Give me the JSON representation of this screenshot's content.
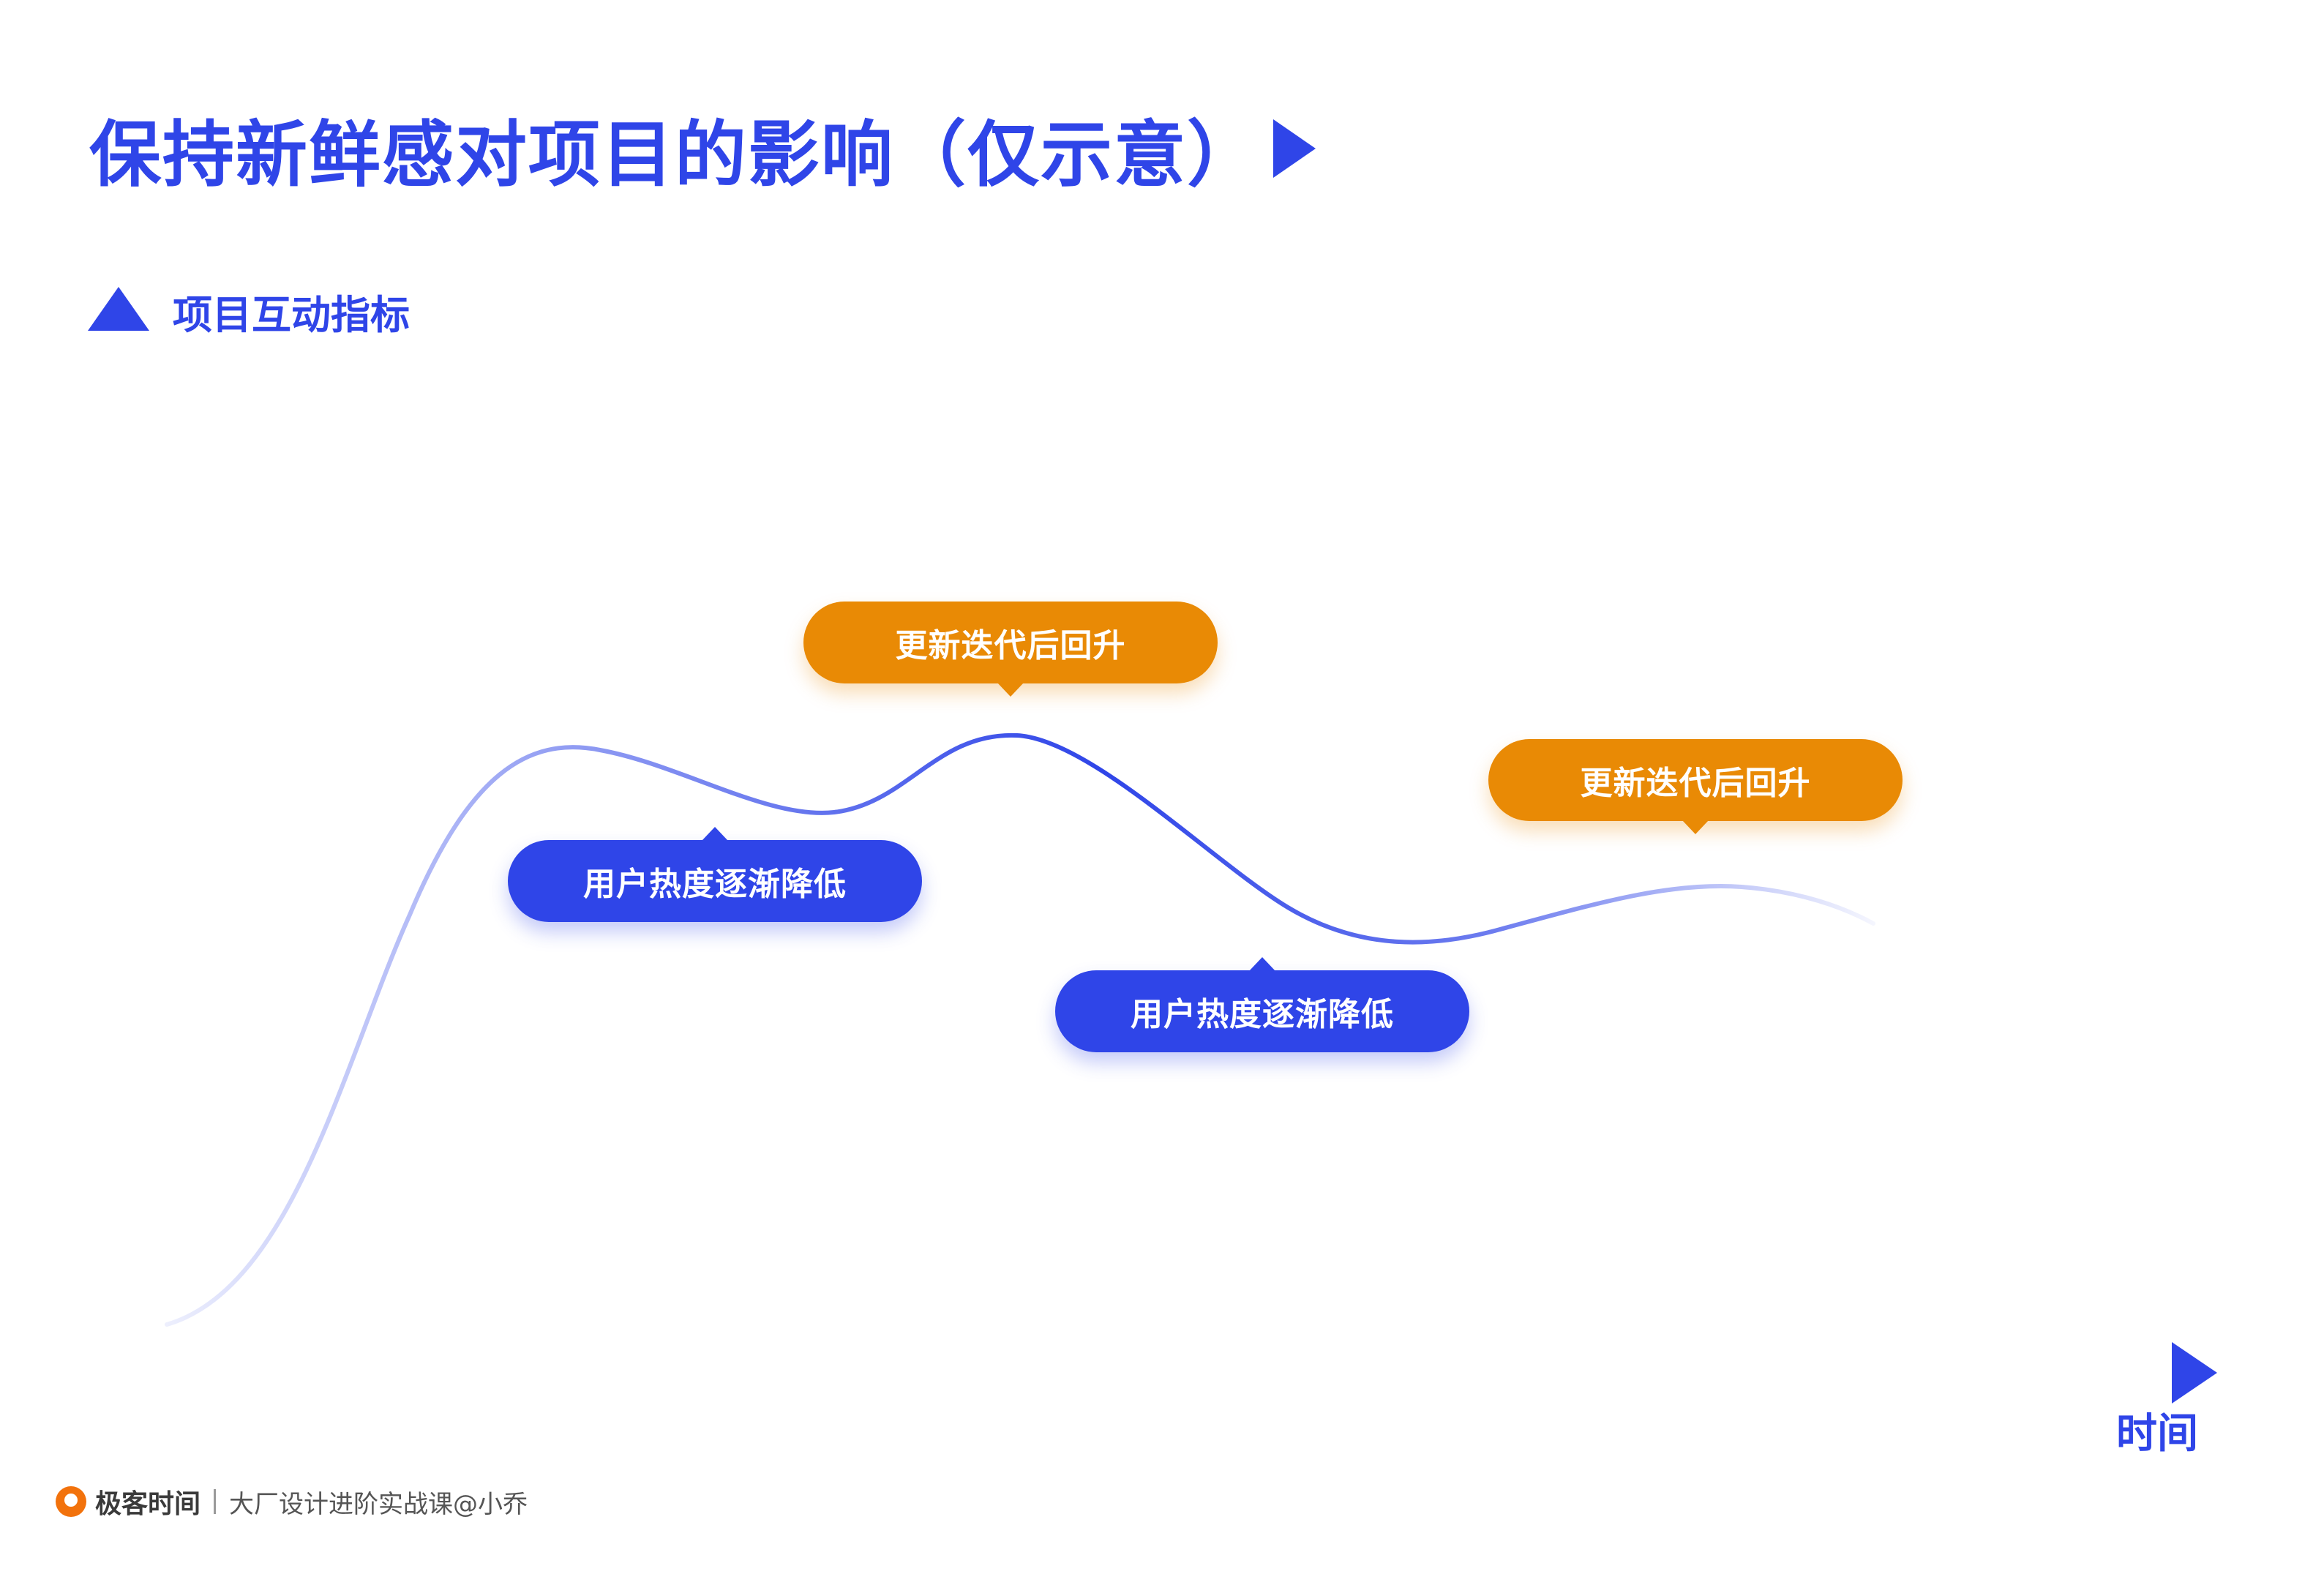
{
  "title": "保持新鲜感对项目的影响（仅示意）",
  "y_axis_label": "项目互动指标",
  "x_axis_label": "时间",
  "annotations": [
    {
      "text": "更新迭代后回升",
      "color": "#e98a05"
    },
    {
      "text": "用户热度逐渐降低",
      "color": "#2f45e8"
    },
    {
      "text": "用户热度逐渐降低",
      "color": "#2f45e8"
    },
    {
      "text": "更新迭代后回升",
      "color": "#e98a05"
    }
  ],
  "footer": {
    "brand": "极客时间",
    "course": "大厂设计进阶实战课@小乔"
  },
  "colors": {
    "accent": "#2f45e8",
    "highlight": "#e98a05",
    "brand": "#f2720c"
  }
}
